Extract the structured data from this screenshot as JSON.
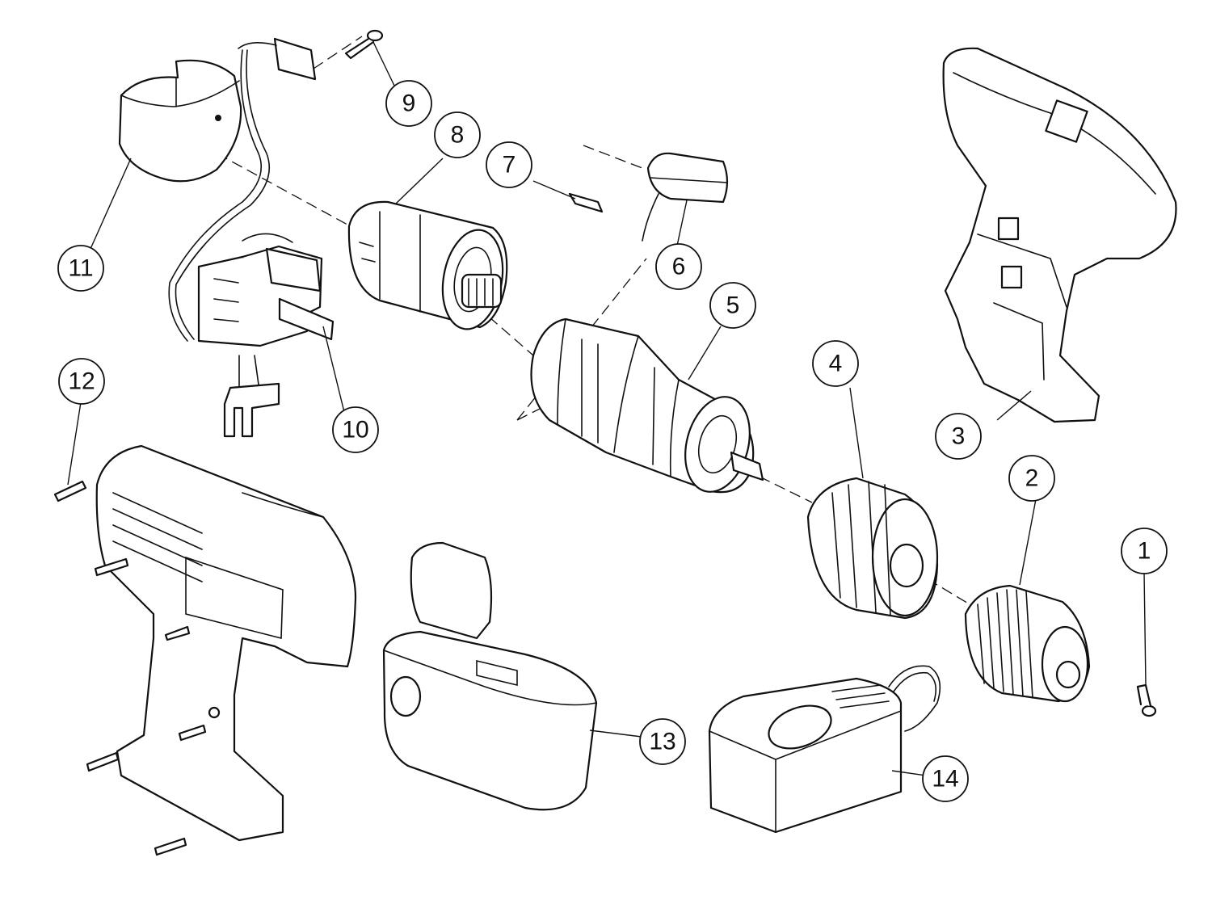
{
  "diagram": {
    "callouts": [
      {
        "id": "1",
        "label": "1"
      },
      {
        "id": "2",
        "label": "2"
      },
      {
        "id": "3",
        "label": "3"
      },
      {
        "id": "4",
        "label": "4"
      },
      {
        "id": "5",
        "label": "5"
      },
      {
        "id": "6",
        "label": "6"
      },
      {
        "id": "7",
        "label": "7"
      },
      {
        "id": "8",
        "label": "8"
      },
      {
        "id": "9",
        "label": "9"
      },
      {
        "id": "10",
        "label": "10"
      },
      {
        "id": "11",
        "label": "11"
      },
      {
        "id": "12",
        "label": "12"
      },
      {
        "id": "13",
        "label": "13"
      },
      {
        "id": "14",
        "label": "14"
      }
    ],
    "colors": {
      "line": "#111111",
      "background": "#ffffff"
    }
  }
}
